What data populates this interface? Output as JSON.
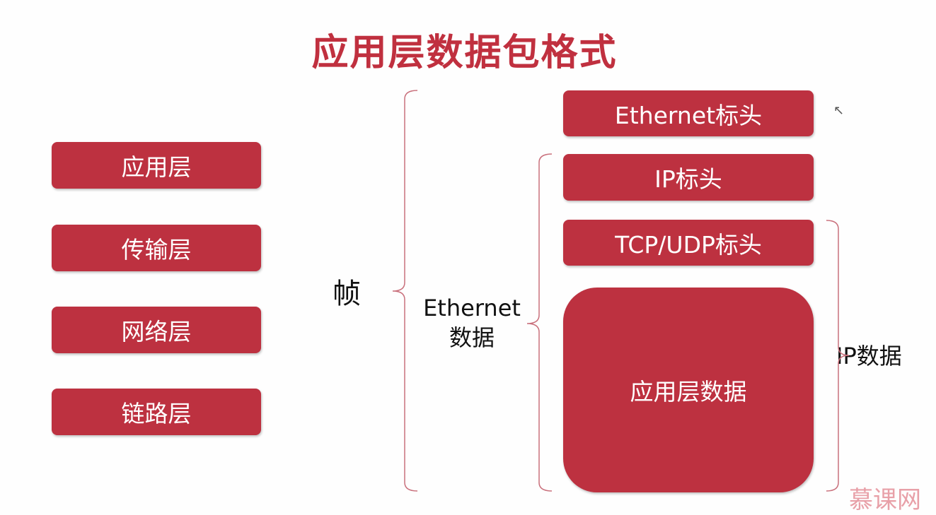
{
  "title": "应用层数据包格式",
  "layers": [
    "应用层",
    "传输层",
    "网络层",
    "链路层"
  ],
  "frame_label": "帧",
  "ethernet_data_label": [
    "Ethernet",
    "数据"
  ],
  "packet": {
    "ethernet_header": "Ethernet标头",
    "ip_header": "IP标头",
    "tcp_udp_header": "TCP/UDP标头",
    "app_data": "应用层数据"
  },
  "ip_data_label": "IP数据",
  "watermark": "慕课网",
  "colors": {
    "accent": "#bd3140",
    "bracket": "#c9707c"
  }
}
